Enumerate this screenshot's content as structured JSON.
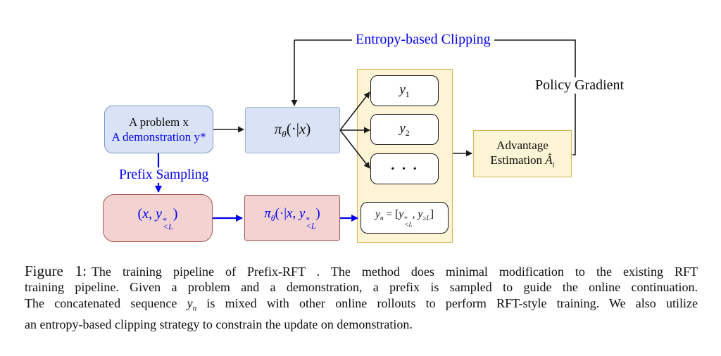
{
  "figure": {
    "entropy_label": "Entropy-based Clipping",
    "policy_gradient_label": "Policy Gradient",
    "prefix_sampling_label": "Prefix Sampling",
    "problem_box": {
      "line1": "A problem x",
      "line2": "A demonstration y*"
    },
    "pi_box": {
      "pi": "π",
      "theta": "θ",
      "open": "(·|",
      "x": "x",
      "close": ")"
    },
    "rollouts": {
      "y1": {
        "base": "y",
        "sub": "1"
      },
      "y2": {
        "base": "y",
        "sub": "2"
      },
      "dots": "· · ·",
      "yn": {
        "y": "y",
        "n": "n",
        "eq": " = [",
        "y2": "y",
        "star": "*",
        "lt": "<L",
        "comma": ", ",
        "y3": "y",
        "ge": "≥L",
        "close": "]"
      }
    },
    "advantage_box": {
      "line1": "Advantage",
      "line2_prefix": "Estimation ",
      "a_hat": "Â",
      "sub_i": "i"
    },
    "prefix_box": {
      "open": "(",
      "x": "x",
      "comma": ", ",
      "y": "y",
      "star": "*",
      "lt": "<L",
      "close": ")"
    },
    "pi_prefix_box": {
      "pi": "π",
      "theta": "θ",
      "open": "(·|",
      "x": "x",
      "comma": ", ",
      "y": "y",
      "star": "*",
      "lt": "<L",
      "close": ")"
    }
  },
  "caption": {
    "fig_label": "Figure 1:",
    "line1": "The training pipeline of Prefix-RFT . The method does minimal modification to the existing RFT",
    "line2": "training pipeline. Given a problem and a demonstration, a prefix is sampled to guide the online continuation.",
    "line3_pre": "The concatenated sequence ",
    "line3_y": "y",
    "line3_n": "n",
    "line3_post": " is mixed with other online rollouts to perform RFT-style training. We also utilize",
    "line4": "an entropy-based clipping strategy to constrain the update on demonstration."
  },
  "colors": {
    "diagram_blue": "#0000ee",
    "blue_box_fill": "#dae3f5",
    "blue_box_border": "#7d99c8",
    "red_box_fill": "#f2d3d1",
    "red_box_border": "#a65653",
    "yellow_fill": "#fdf3d5",
    "yellow_border": "#d6b656",
    "line_black": "#1a1a1a"
  }
}
